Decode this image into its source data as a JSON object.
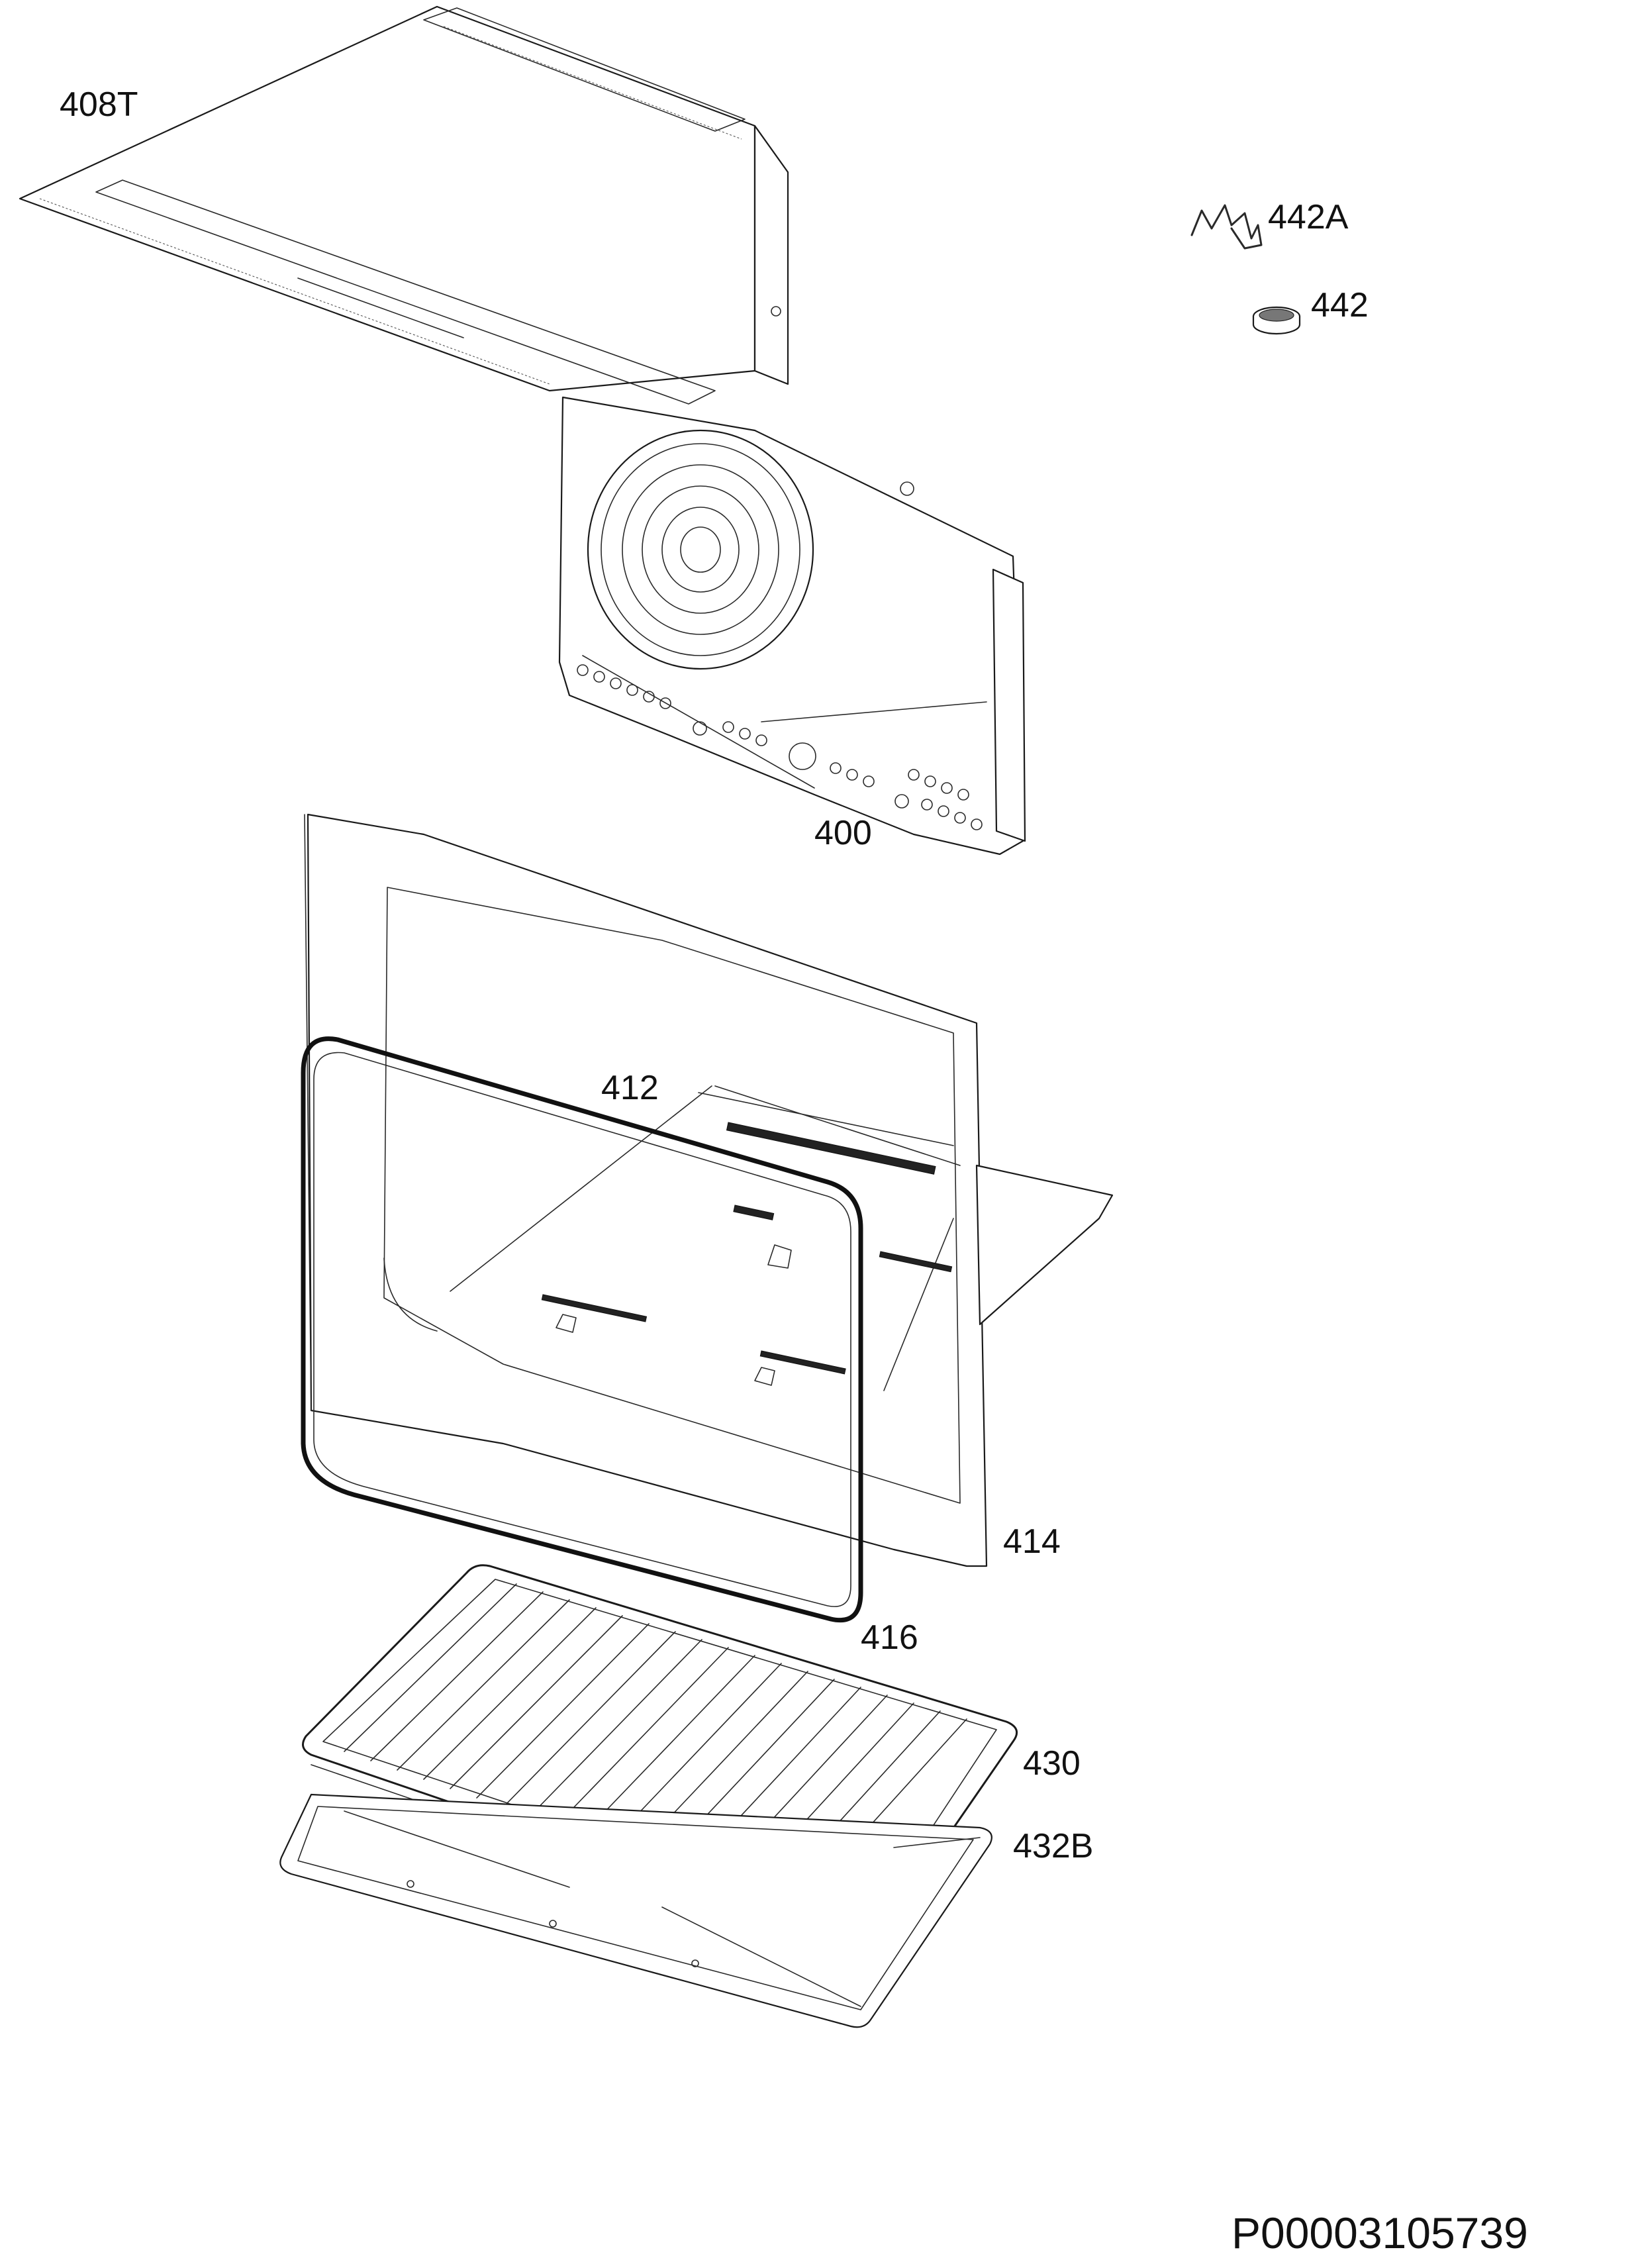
{
  "labels": {
    "cover_plate": "408T",
    "clip": "442A",
    "filter": "442",
    "rear_wall": "400",
    "door_seal_label": "412",
    "oven_cavity": "414",
    "seal": "416",
    "grid_shelf": "430",
    "baking_tray": "432B"
  },
  "drawing_number": "P00003105739"
}
